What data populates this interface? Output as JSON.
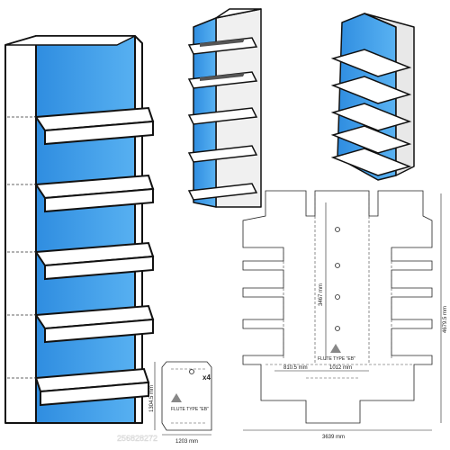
{
  "colors": {
    "blue": "#3d9be8",
    "blue_dark": "#1f7fd6",
    "white": "#ffffff",
    "grey": "#e6e6e6",
    "outline": "#111111"
  },
  "dieline": {
    "width_total": "3639 mm",
    "height_total": "4679.5 mm",
    "height_inner": "3467 mm",
    "width_side": "810.5 mm",
    "width_center": "1012 mm",
    "flute_type": "FLUTE TYPE \"EB\""
  },
  "shelf_part": {
    "width": "1203 mm",
    "height": "1304.5 mm",
    "quantity": "x4",
    "flute_type": "FLUTE TYPE \"EB\""
  },
  "watermark": "256828272"
}
